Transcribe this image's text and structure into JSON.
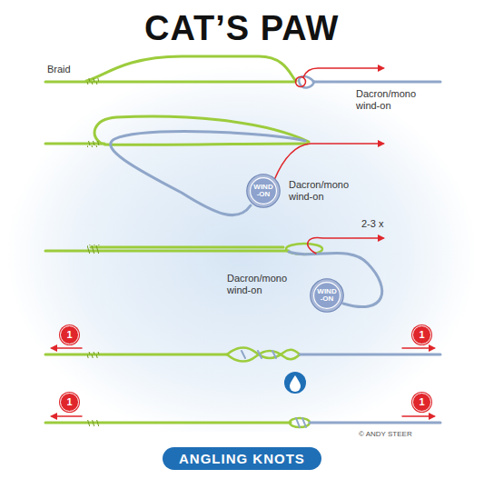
{
  "diagram": {
    "title": "CAT’S PAW",
    "caption": "ANGLING KNOTS",
    "nodes": [
      {
        "text": [
          "WIND -ON"
        ]
      },
      {
        "text": [
          "WIND -ON"
        ]
      }
    ],
    "labels": [
      "Braid",
      "Dacron/mono wind-on",
      "Dacron/mono wind-on",
      "2-3 x",
      "Dacron/mono wind-on",
      "1",
      "1",
      "1",
      "1",
      "© ANDY STEER"
    ]
  }
}
